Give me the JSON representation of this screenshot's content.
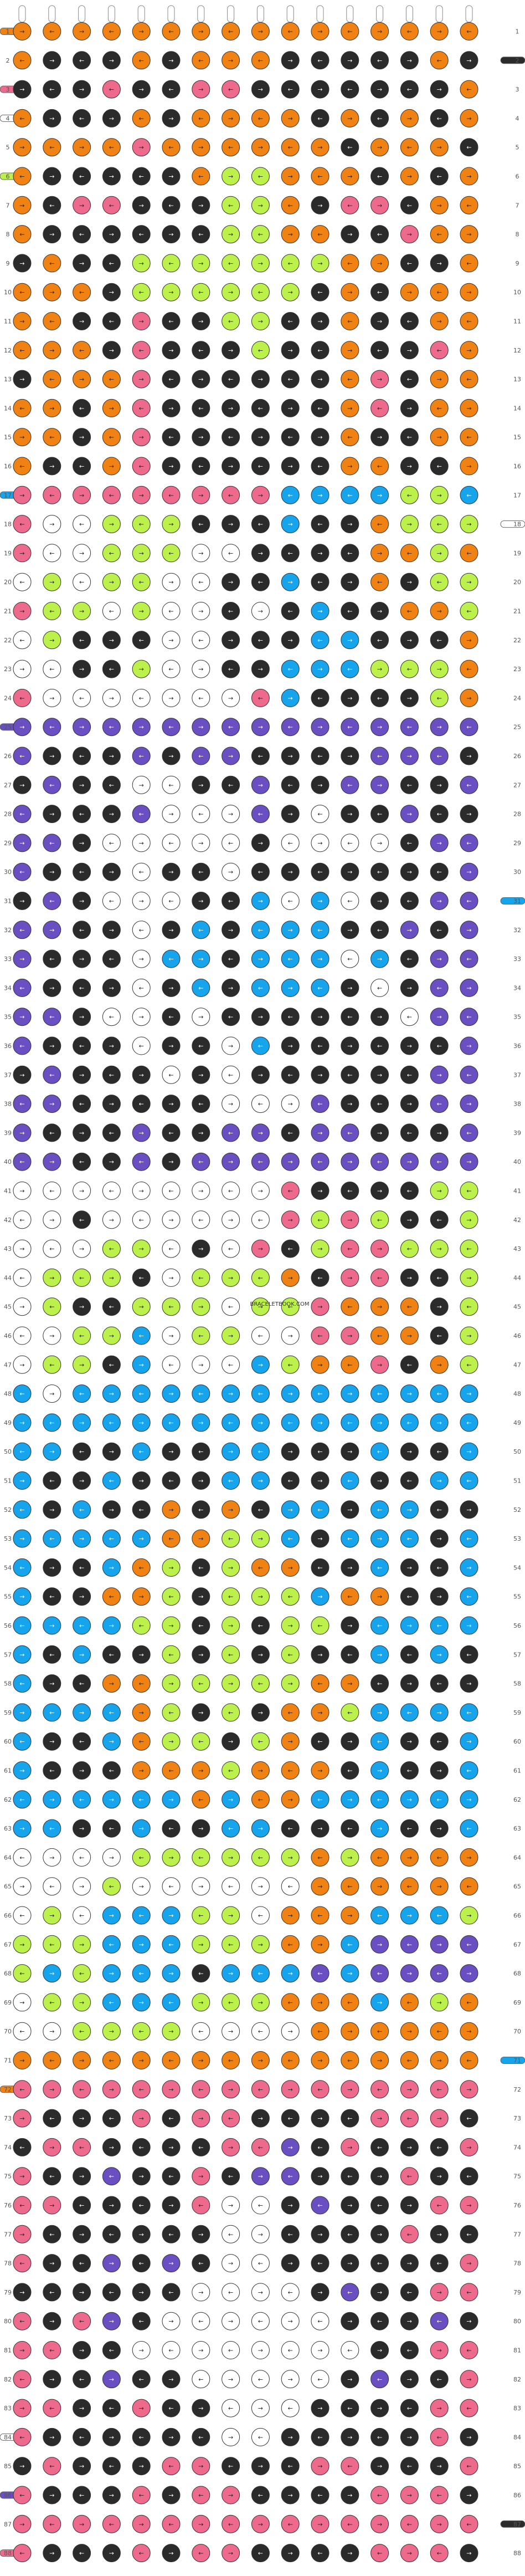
{
  "watermark": "BRACELETBOOK.COM",
  "pattern": {
    "rows": 88,
    "knots_per_row": 16,
    "row_numbers": [
      "1",
      "2",
      "3",
      "4",
      "5",
      "6",
      "7",
      "8",
      "9",
      "10",
      "11",
      "12",
      "13",
      "14",
      "15",
      "16",
      "17",
      "18",
      "19",
      "20",
      "21",
      "22",
      "23",
      "24",
      "25",
      "26",
      "27",
      "28",
      "29",
      "30",
      "31",
      "32",
      "33",
      "34",
      "35",
      "36",
      "37",
      "38",
      "39",
      "40",
      "41",
      "42",
      "43",
      "44",
      "45",
      "46",
      "47",
      "48",
      "49",
      "50",
      "51",
      "52",
      "53",
      "54",
      "55",
      "56",
      "57",
      "58",
      "59",
      "60",
      "61",
      "62",
      "63",
      "64",
      "65",
      "66",
      "67",
      "68",
      "69",
      "70",
      "71",
      "72",
      "73",
      "74",
      "75",
      "76",
      "77",
      "78",
      "79",
      "80",
      "81",
      "82",
      "83",
      "84",
      "85",
      "86",
      "87",
      "88"
    ],
    "palette": {
      "O": "#f08213",
      "K": "#2b2b2b",
      "P": "#ee6a8c",
      "G": "#bcf04a",
      "B": "#16a4ec",
      "W": "#ffffff",
      "V": "#6a4fc2"
    },
    "color_rows": [
      "OOOOOOOOOOOOOOOO",
      "OKKKOKOOOKKKKKOK",
      "KKKPKKPPKKKKKKKO",
      "OKKKOKOOOOKOKOKO",
      "OOOOPOOOOOOKOOOK",
      "OKKKKKOGGOOOKOKO",
      "OKPPKKKGGOKPPKOO",
      "OKKKKKKGGOOKKPOO",
      "KOKKGGGGGGGOOKKO",
      "OOOKGGGGGGKOKOOO",
      "OOKKPKKGGKKOKKOO",
      "OOOKPKKKGKKOKKPO",
      "KOOOPKKKKKKOPKOO",
      "OOKOPKKKKKKOPKOO",
      "OOKOPKKKKKKOKKOO",
      "OKKOPKKKKKKOOKKO",
      "PPPPPPPPPBBBBGGB",
      "PWWGGGKKKBKKOGGG",
      "PWWGGGWWKKKKOOGO",
      "WGWGGWWKKBKKOKGG",
      "PGGWGWWKWKBKKOOG",
      "WGKKKWWKKKBBKKKO",
      "WWKKGWWKKBBBGGGO",
      "PWWWWWWWPBKKKKGO",
      "VVVVVVVVVVVVVVVV",
      "VKKKVKVVKKKKVVVK",
      "KVKKWWKKVKKVVKKV",
      "VKKKVWWWVKWKKVKK",
      "VVKWWWWWKWWWWKVV",
      "VKKKWKKWKKKKKKKV",
      "KVKWWWKKBWBWKKVV",
      "VVKKWKBKBBBKKVKV",
      "VKKKWBBKBBBWBKVV",
      "VKKKWKBKBBBKWKVV",
      "VVKWWKWKKKKKKWVV",
      "VKKKWKKWBKKKKKKV",
      "KVKKKWKWKKKKKKVV",
      "VVKKKKKWWWVKKKVV",
      "VKKKVKKVVKVVKKKV",
      "VVKKVKVVVVVVVVVV",
      "WWWWWWWWWPKKKKGG",
      "WWKWWWWWWPGPGKKG",
      "WWWGGWKWPKGPPGGG",
      "WGGGKWGGGOKPPKKG",
      "WGKKGGGWGGPOOOKG",
      "WWGGBWGGWWPPOOKG",
      "WGGKBWWWBGOOPKOG",
      "BWBBBBBBBBBBBBBB",
      "BBBBBBBBBBBBBBBB",
      "BBKKBKKBBKKKBKKB",
      "BKKBKKKBBKKBKKBB",
      "BKBKKOKOKBBKBBKK",
      "BBBBBOOGGBKBBBKB",
      "BKKBOGKGOOKKBKKB",
      "BKKOOGKGGGBOOKKB",
      "BBBBGGKGKGGKBBBB",
      "BKBKKGKGKGKKBKBK",
      "BKKOOGGGGGOOKKKK",
      "BBBBOGKGKOOGBBBB",
      "BKKBOGGKGOKKBKKB",
      "BKKKOOOGOOOKBKKB",
      "BBBBBBOBOOBBBBBB",
      "BBKKBKKBBKKKBKKB",
      "WWWWGGGGGGOGOOOO",
      "WWWGWWWWWWOOOOOO",
      "WGWBBBGGWOOOBBBG",
      "GGGBBBGGGOOBVVVV",
      "GBGBBBKBBBVBVVVV",
      "WGGBBBGGGOOOBOGO",
      "WWGGGGWWWWOOOOOO",
      "OOOOOOOOOOOOOOOO",
      "PPPPPPPPPPPPPPPP",
      "PKKKPKPPKKKKPPPK",
      "KPPKKKKPPVKPKKKP",
      "PKKVKKPKVVKKKPKK",
      "PPKKKKPWWKVKKKPP",
      "PKKKKKKWWKKKKPKK",
      "PKKVKVKWWKKKKKKP",
      "KKKKKKWWWWKVKKPP",
      "PKPVKWWWWWWKKKVK",
      "PPKKWWWWWWWWKKPP",
      "PKKVKKWWWWWKVKKP",
      "PPKKPKKWWWKKKKPP",
      "PKKKKKKWWKKKKKPK",
      "KPKKKPPKKKPPKKKP",
      "PKKKPKPPKKKKPPPK",
      "PPPPPPPPPPPPPPPP",
      "PKKKPKPPKKKKPPPK"
    ],
    "string_ends": [
      {
        "row": 1,
        "side": "left",
        "color": "O"
      },
      {
        "row": 2,
        "side": "right",
        "color": "K"
      },
      {
        "row": 3,
        "side": "left",
        "color": "P"
      },
      {
        "row": 4,
        "side": "left",
        "color": "W"
      },
      {
        "row": 6,
        "side": "left",
        "color": "G"
      },
      {
        "row": 17,
        "side": "left",
        "color": "B"
      },
      {
        "row": 18,
        "side": "right",
        "color": "W"
      },
      {
        "row": 25,
        "side": "left",
        "color": "V"
      },
      {
        "row": 31,
        "side": "right",
        "color": "B"
      },
      {
        "row": 71,
        "side": "right",
        "color": "B"
      },
      {
        "row": 72,
        "side": "left",
        "color": "O"
      },
      {
        "row": 84,
        "side": "left",
        "color": "W"
      },
      {
        "row": 86,
        "side": "left",
        "color": "V"
      },
      {
        "row": 87,
        "side": "right",
        "color": "K"
      },
      {
        "row": 88,
        "side": "left",
        "color": "P"
      }
    ]
  }
}
